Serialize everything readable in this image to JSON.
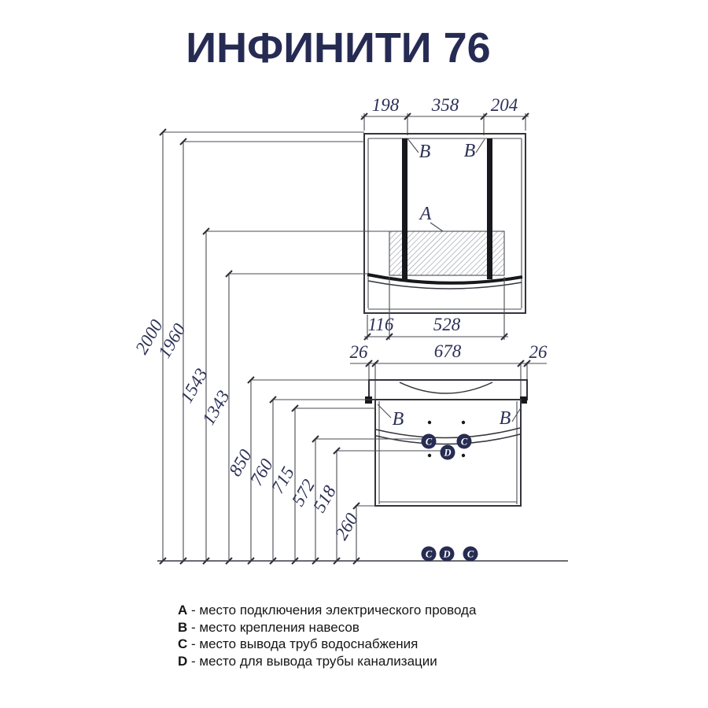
{
  "title": "ИНФИНИТИ 76",
  "mirror_view": {
    "dim_198": "198",
    "dim_358": "358",
    "dim_204": "204",
    "dim_116": "116",
    "dim_528": "528",
    "label_b_left": "B",
    "label_b_right": "B",
    "label_a": "A"
  },
  "vanity_view": {
    "dim_26_left": "26",
    "dim_678": "678",
    "dim_26_right": "26",
    "label_b_left": "B",
    "label_b_right": "B",
    "circle_c_left": "C",
    "circle_c_right": "C",
    "circle_d": "D"
  },
  "heights": {
    "h2000": "2000",
    "h1960": "1960",
    "h1543": "1543",
    "h1343": "1343",
    "h850": "850",
    "h760": "760",
    "h715": "715",
    "h572": "572",
    "h518": "518",
    "h260": "260"
  },
  "floor_markers": {
    "c1": "C",
    "d": "D",
    "c2": "C"
  },
  "legend": [
    {
      "key": "A",
      "text": "- место подключения электрического провода"
    },
    {
      "key": "B",
      "text": "- место крепления навесов"
    },
    {
      "key": "C",
      "text": "- место вывода труб водоснабжения"
    },
    {
      "key": "D",
      "text": "- место для вывода трубы канализации"
    }
  ],
  "colors": {
    "ink": "#2c3156",
    "line": "#4a4b53",
    "marker_circle": "#272c52"
  }
}
